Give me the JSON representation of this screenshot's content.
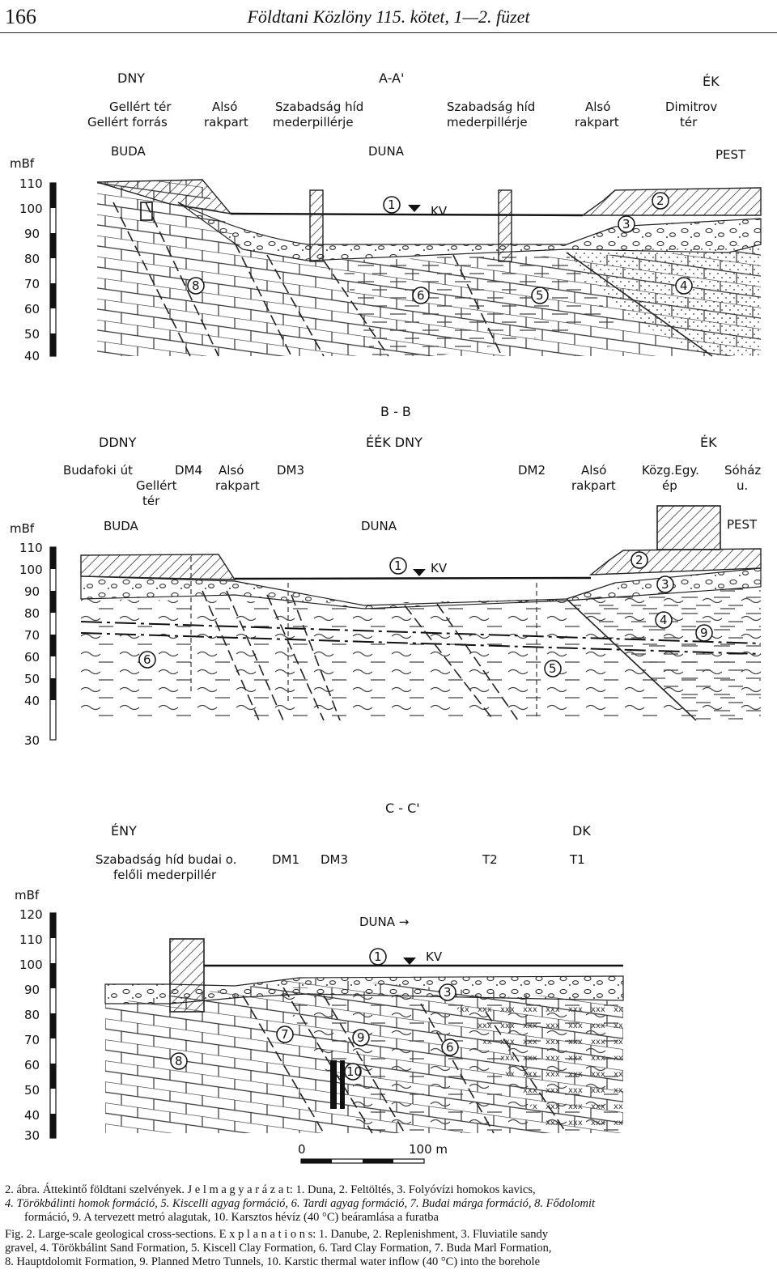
{
  "header": {
    "page_number": "166",
    "journal": "Földtani Közlöny 115. kötet, 1—2. füzet"
  },
  "sections": [
    {
      "title": "A-A'",
      "dir_left": "DNY",
      "dir_right": "ÉK",
      "places": [
        "Gellért tér",
        "Gellért forrás",
        "Alsó",
        "rakpart",
        "Szabadság híd",
        "mederpillérje",
        "Szabadság híd",
        "mederpillérje",
        "Alsó",
        "rakpart",
        "Dimitrov",
        "tér"
      ],
      "buda": "BUDA",
      "duna": "DUNA",
      "pest": "PEST",
      "unit": "mBf",
      "ticks": [
        "110",
        "100",
        "90",
        "80",
        "70",
        "60",
        "50",
        "40"
      ],
      "kv": "KV",
      "markers": [
        "1",
        "2",
        "3",
        "4",
        "5",
        "6",
        "8"
      ]
    },
    {
      "title": "B - B",
      "dir_left": "DDNY",
      "dir_mid": "ÉÉK DNY",
      "dir_right": "ÉK",
      "places": [
        "Budafoki út",
        "DM4",
        "Alsó",
        "DM3",
        "Gellért",
        "rakpart",
        "tér",
        "DM2",
        "Alsó",
        "rakpart",
        "Közg.Egy.",
        "ép",
        "Sóház",
        "u."
      ],
      "buda": "BUDA",
      "duna": "DUNA",
      "pest": "PEST",
      "unit": "mBf",
      "ticks": [
        "110",
        "100",
        "90",
        "80",
        "70",
        "60",
        "50",
        "40",
        "30"
      ],
      "kv": "KV",
      "markers": [
        "1",
        "2",
        "3",
        "4",
        "5",
        "6",
        "9"
      ]
    },
    {
      "title": "C - C'",
      "dir_left": "ÉNY",
      "dir_right": "DK",
      "places": [
        "Szabadság híd budai o.",
        "felőli mederpillér",
        "DM1",
        "DM3",
        "T2",
        "T1"
      ],
      "duna": "DUNA →",
      "unit": "mBf",
      "ticks": [
        "120",
        "110",
        "100",
        "90",
        "80",
        "70",
        "60",
        "50",
        "40",
        "30"
      ],
      "kv": "KV",
      "markers": [
        "1",
        "3",
        "6",
        "7",
        "8",
        "9",
        "10"
      ],
      "scale": [
        "0",
        "100 m"
      ]
    }
  ],
  "caption": {
    "hu_line1": "2. ábra. Áttekintő földtani szelvények. J e l m a g y a r á z a t: 1. Duna, 2. Feltöltés, 3. Folyóvízi homokos kavics,",
    "hu_line2": "4. Törökbálinti homok formáció, 5. Kiscelli agyag formáció, 6. Tardi agyag formáció, 7. Budai márga formáció, 8. Fődolomit",
    "hu_line3": "formáció, 9. A tervezett metró alagutak, 10. Karsztos hévíz (40 °C) beáramlása a furatba",
    "en_line1": "Fig. 2. Large-scale geological cross-sections. E x p l a n a t i o n s: 1. Danube, 2. Replenishment, 3. Fluviatile sandy",
    "en_line2": "gravel, 4. Törökbálint Sand Formation, 5. Kiscell Clay Formation, 6. Tard Clay Formation, 7. Buda Marl Formation,",
    "en_line3": "8. Hauptdolomit Formation, 9. Planned Metro Tunnels, 10. Karstic thermal water inflow (40 °C) into the borehole"
  }
}
